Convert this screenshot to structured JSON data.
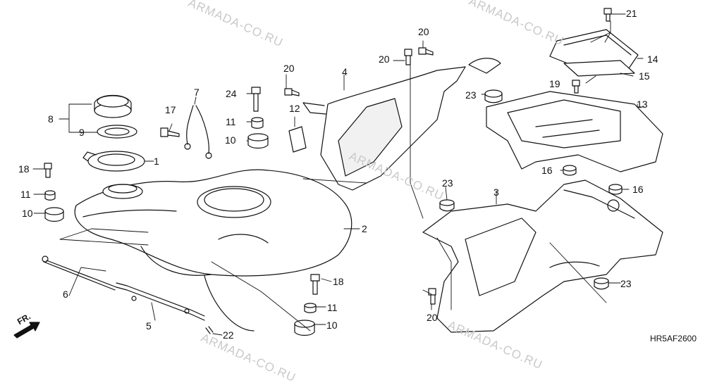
{
  "diagram": {
    "code": "HR5AF2600",
    "front_marker": "FR.",
    "watermarks": [
      "ARMADA-CO.RU",
      "ARMADA-CO.RU",
      "ARMADA-CO.RU",
      "ARMADA-CO.RU",
      "ARMADA-CO.RU"
    ],
    "callouts": {
      "p1": "1",
      "p2": "2",
      "p3": "3",
      "p4": "4",
      "p5": "5",
      "p6": "6",
      "p7": "7",
      "p8": "8",
      "p9": "9",
      "p10a": "10",
      "p10b": "10",
      "p10c": "10",
      "p11a": "11",
      "p11b": "11",
      "p11c": "11",
      "p12": "12",
      "p13": "13",
      "p14": "14",
      "p15": "15",
      "p16a": "16",
      "p16b": "16",
      "p17": "17",
      "p18a": "18",
      "p18b": "18",
      "p19": "19",
      "p20a": "20",
      "p20b": "20",
      "p20c": "20",
      "p20d": "20",
      "p21": "21",
      "p22": "22",
      "p23a": "23",
      "p23b": "23",
      "p23c": "23",
      "p24": "24"
    }
  }
}
